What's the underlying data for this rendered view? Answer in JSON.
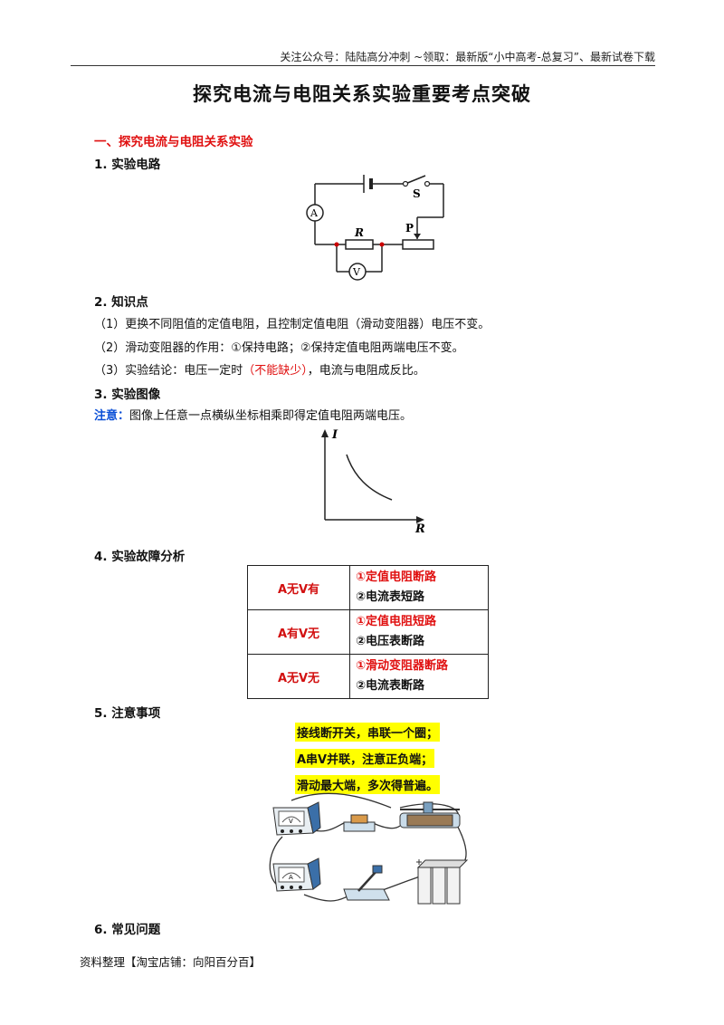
{
  "header": "关注公众号：陆陆高分冲刺 ~领取：最新版“小中高考-总复习”、最新试卷下载",
  "title": "探究电流与电阻关系实验重要考点突破",
  "section1": "一、探究电流与电阻关系实验",
  "sub1": "1. 实验电路",
  "circuit": {
    "S": "S",
    "P": "P",
    "R": "R",
    "A": "A",
    "V": "V"
  },
  "sub2": "2. 知识点",
  "points": {
    "p1": "（1）更换不同阻值的定值电阻，且控制定值电阻（滑动变阻器）电压不变。",
    "p2": "（2）滑动变阻器的作用：①保持电路；②保持定值电阻两端电压不变。",
    "p3_a": "（3）实验结论：电压一定时",
    "p3_red": "（不能缺少）",
    "p3_b": "，电流与电阻成反比。"
  },
  "sub3": "3. 实验图像",
  "note_label": "注意：",
  "note_text": "图像上任意一点横纵坐标相乘即得定值电阻两端电压。",
  "graph": {
    "ylabel": "I",
    "xlabel": "R"
  },
  "sub4": "4. 实验故障分析",
  "faults": [
    {
      "cond": "A无V有",
      "a": "①定值电阻断路",
      "b": "②电流表短路"
    },
    {
      "cond": "A有V无",
      "a": "①定值电阻短路",
      "b": "②电压表断路"
    },
    {
      "cond": "A无V无",
      "a": "①滑动变阻器断路",
      "b": "②电流表断路"
    }
  ],
  "sub5": "5. 注意事项",
  "tips": [
    "接线断开关，串联一个圈；",
    "A串V并联，注意正负端；",
    "滑动最大端，多次得普遍。"
  ],
  "apparatus": {
    "v_label": "V",
    "a_label": "A"
  },
  "sub6": "6. 常见问题",
  "footer": "资料整理【淘宝店铺：向阳百分百】"
}
